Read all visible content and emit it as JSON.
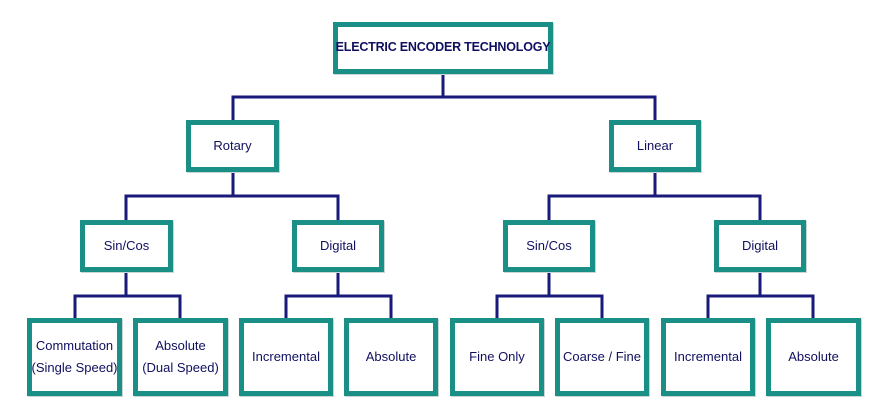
{
  "colors": {
    "box_border": "#1a8f86",
    "connector": "#1a1a7a",
    "text": "#101060"
  },
  "root": "ELECTRIC  ENCODER TECHNOLOGY",
  "rotary": {
    "label": "Rotary",
    "sincos": {
      "label": "Sin/Cos",
      "commutation": [
        "Commutation",
        "(Single Speed)"
      ],
      "absolute": [
        "Absolute",
        "(Dual Speed)"
      ]
    },
    "digital": {
      "label": "Digital",
      "incremental": "Incremental",
      "absolute": "Absolute"
    }
  },
  "linear": {
    "label": "Linear",
    "sincos": {
      "label": "Sin/Cos",
      "fine_only": "Fine Only",
      "coarse_fine": "Coarse / Fine"
    },
    "digital": {
      "label": "Digital",
      "incremental": "Incremental",
      "absolute": "Absolute"
    }
  }
}
